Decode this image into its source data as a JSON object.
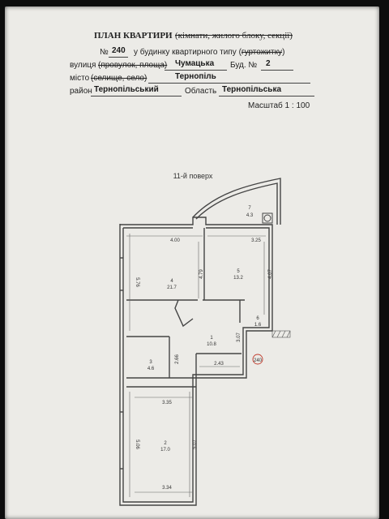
{
  "header": {
    "title": "ПЛАН КВАРТИРИ",
    "title_note": "(кімнати, жилого блоку, секції)",
    "number_prefix": "№",
    "apartment_number": "240",
    "building_type_pre": "у будинку квартирного типу (",
    "building_type_strike": "гуртожитку",
    "building_type_post": ")",
    "street_label": "вулиця",
    "street_strike": "(провулок, площа)",
    "street_value": "Чумацька",
    "building_label": "Буд. №",
    "building_number": "2",
    "city_label": "місто",
    "city_strike": "(селище, село)",
    "city_value": "Тернопіль",
    "district_label": "район",
    "district_value": "Тернопільський",
    "region_label": "Область",
    "region_value": "Тернопільська",
    "scale_text": "Масштаб  1 : 100"
  },
  "plan": {
    "floor_label": "11-й поверх",
    "apartment_stamp": "240",
    "rooms": [
      {
        "number": "4",
        "area": "21.7"
      },
      {
        "number": "5",
        "area": "13.2"
      },
      {
        "number": "6",
        "area": "1.6"
      },
      {
        "number": "1",
        "area": "10.8"
      },
      {
        "number": "3",
        "area": "4.6"
      },
      {
        "number": "2",
        "area": "17.0"
      },
      {
        "number": "7",
        "area": "4.3"
      }
    ],
    "dimensions": [
      "4.00",
      "3.25",
      "5.76",
      "4.79",
      "4.07",
      "3.07",
      "2.66",
      "2.43",
      "3.35",
      "5.06",
      "5.07",
      "3.34"
    ]
  }
}
